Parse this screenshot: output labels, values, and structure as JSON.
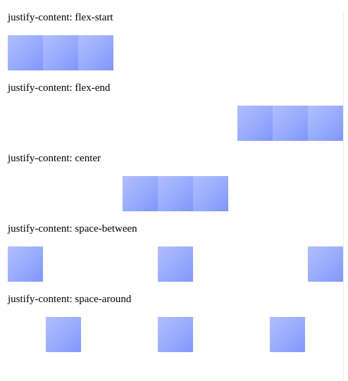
{
  "sections": [
    {
      "label": "justify-content: flex-start",
      "mode": "flex-start",
      "box_count": 3
    },
    {
      "label": "justify-content: flex-end",
      "mode": "flex-end",
      "box_count": 3
    },
    {
      "label": "justify-content: center",
      "mode": "center",
      "box_count": 3
    },
    {
      "label": "justify-content: space-between",
      "mode": "space-between",
      "box_count": 3
    },
    {
      "label": "justify-content: space-around",
      "mode": "space-around",
      "box_count": 3
    }
  ],
  "colors": {
    "box_light": "#b1bdfd",
    "box_dark": "#8096fb",
    "background": "#ffffff",
    "text": "#000000"
  }
}
